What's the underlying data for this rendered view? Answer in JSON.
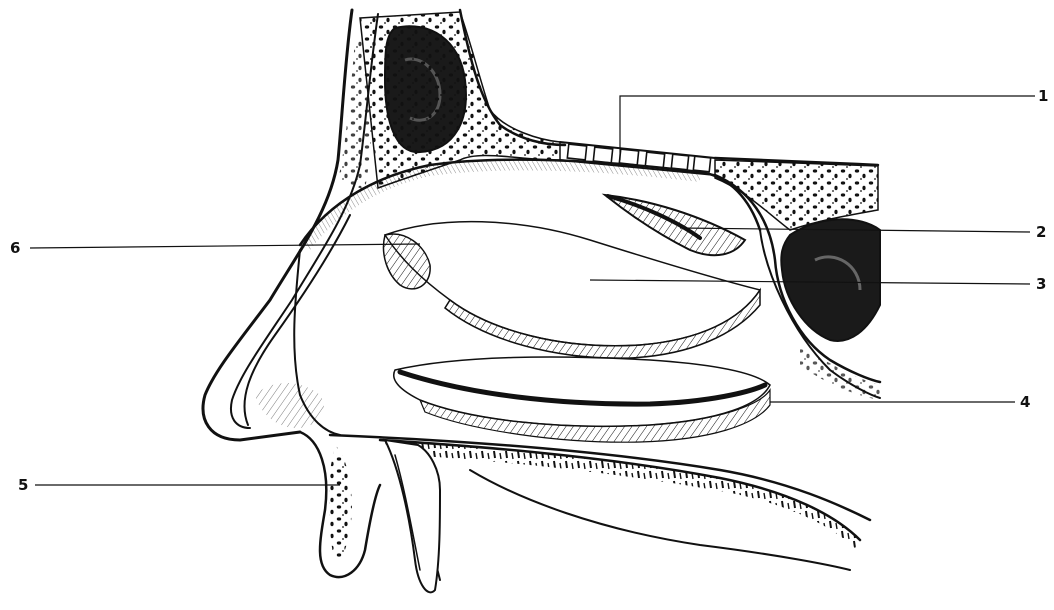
{
  "figure": {
    "labels": [
      {
        "id": "1",
        "text": "1"
      },
      {
        "id": "2",
        "text": "2"
      },
      {
        "id": "3",
        "text": "3"
      },
      {
        "id": "4",
        "text": "4"
      },
      {
        "id": "5",
        "text": "5"
      },
      {
        "id": "6",
        "text": "6"
      }
    ]
  },
  "colors": {
    "ink": "#111111",
    "paper": "#ffffff"
  }
}
